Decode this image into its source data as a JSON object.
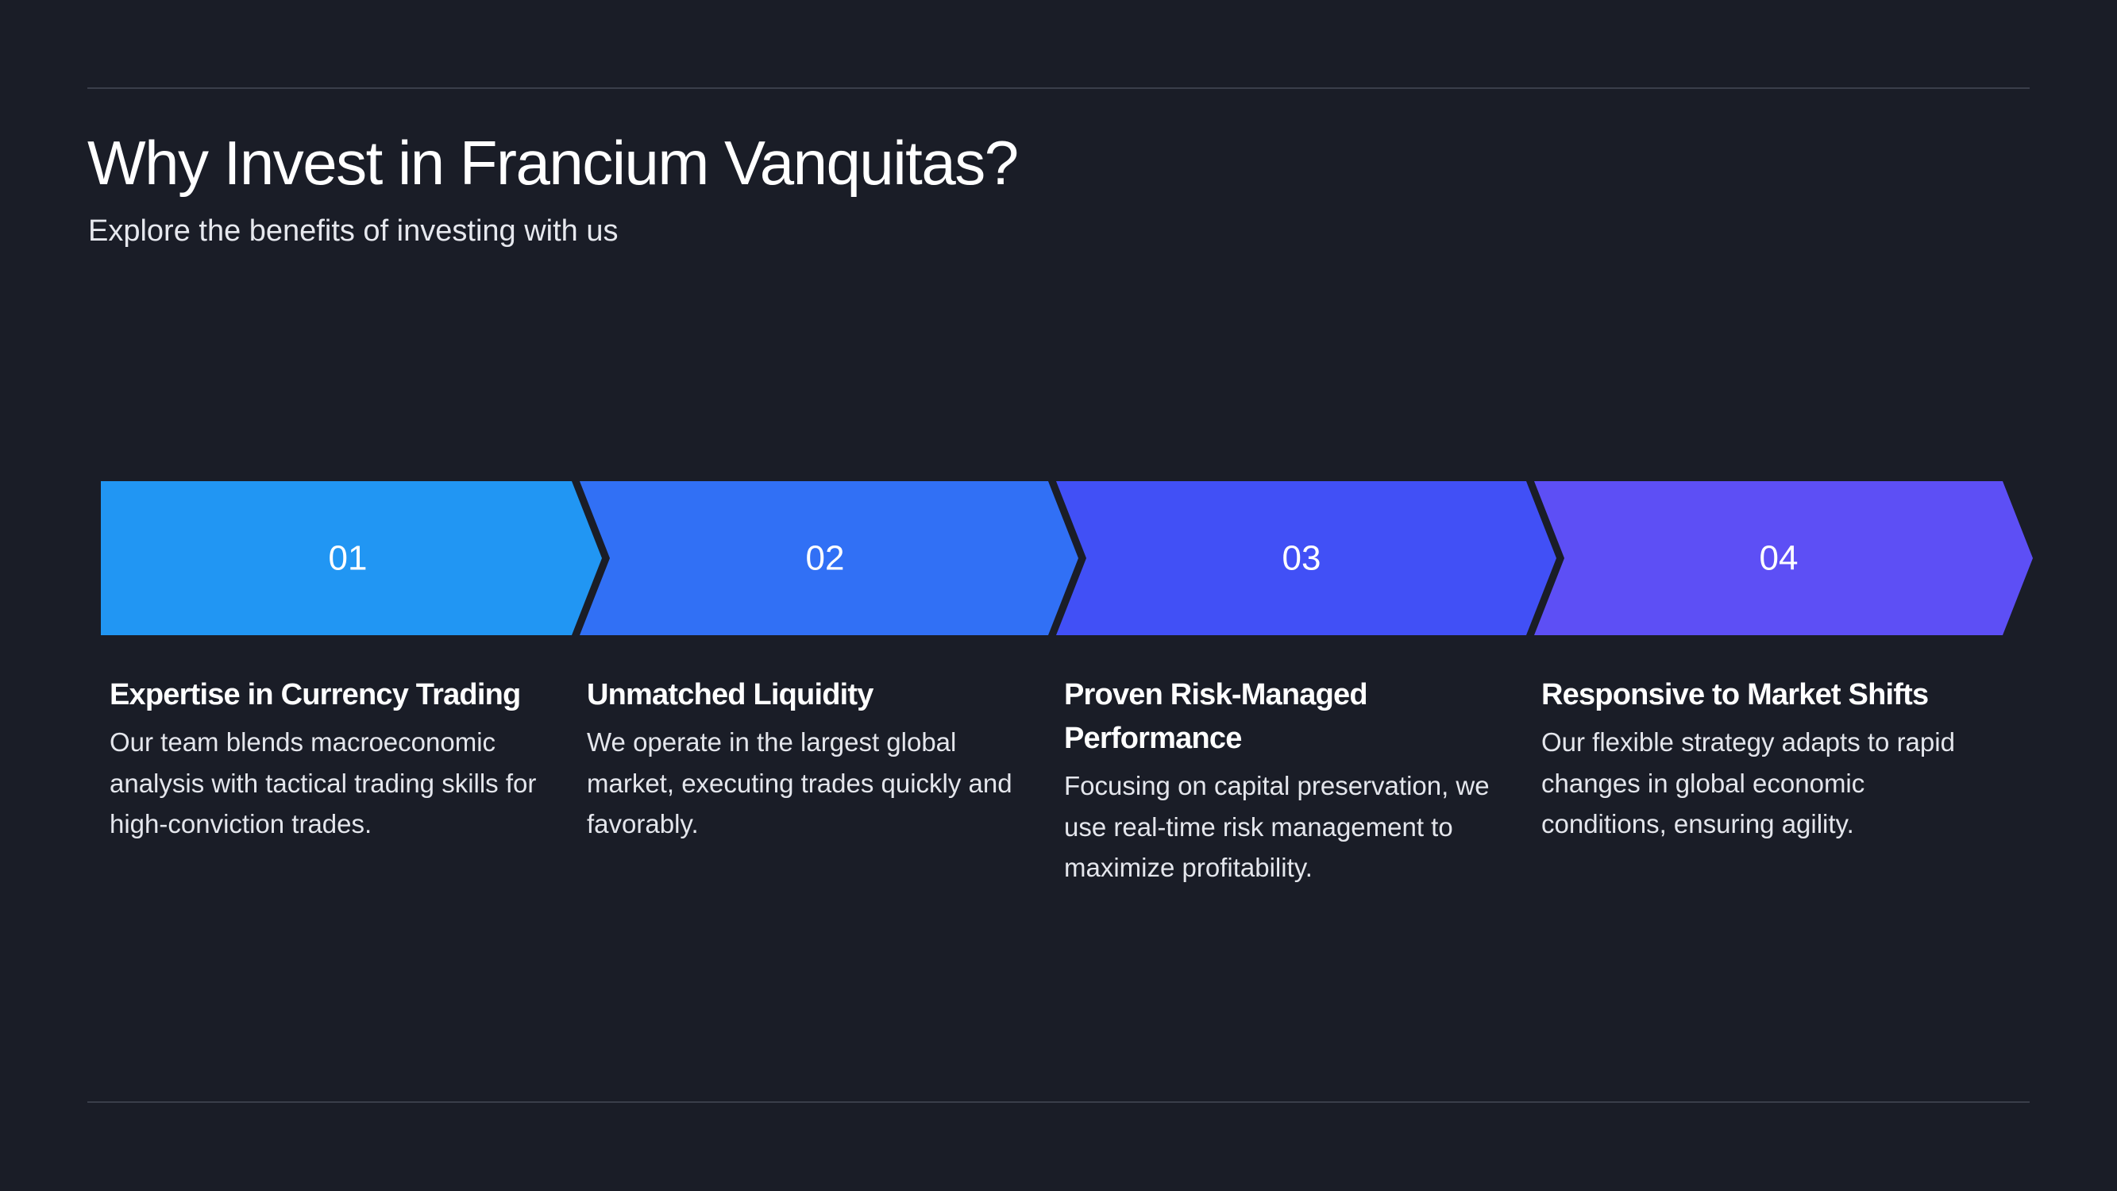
{
  "header": {
    "title": "Why Invest in Francium Vanquitas?",
    "subtitle": "Explore the benefits of investing with us"
  },
  "steps": [
    {
      "number": "01",
      "title": "Expertise in Currency Trading",
      "description": "Our team blends macroeconomic analysis with tactical trading skills for high-conviction trades.",
      "color": "#2196f3"
    },
    {
      "number": "02",
      "title": "Unmatched Liquidity",
      "description": "We operate in the largest global market, executing trades quickly and favorably.",
      "color": "#3170f5"
    },
    {
      "number": "03",
      "title": "Proven Risk-Managed Performance",
      "description": "Focusing on capital preservation, we use real-time risk management to maximize profitability.",
      "color": "#4150f6"
    },
    {
      "number": "04",
      "title": "Responsive to Market Shifts",
      "description": "Our flexible strategy adapts to rapid changes in global economic conditions, ensuring agility.",
      "color": "#5d4ff5"
    }
  ],
  "colors": {
    "background": "#1a1d27",
    "rule": "#3a3e4a"
  }
}
